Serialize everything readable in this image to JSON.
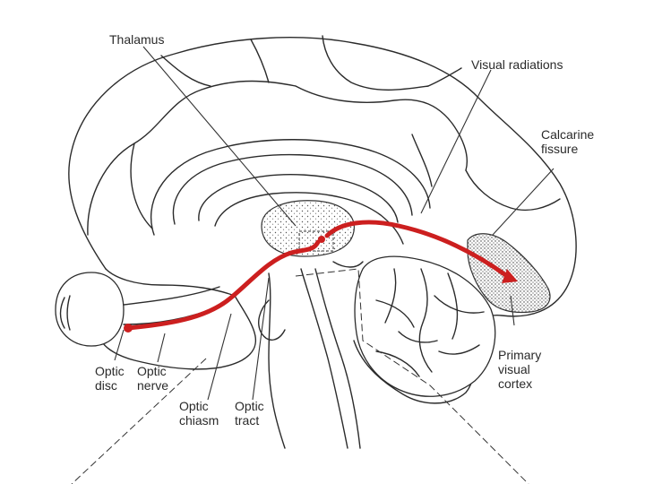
{
  "labels": {
    "thalamus": "Thalamus",
    "visual_radiations": "Visual radiations",
    "calcarine_fissure": [
      "Calcarine",
      "fissure"
    ],
    "primary_visual_cortex": [
      "Primary",
      "visual",
      "cortex"
    ],
    "optic_disc": [
      "Optic",
      "disc"
    ],
    "optic_nerve": [
      "Optic",
      "nerve"
    ],
    "optic_chiasm": [
      "Optic",
      "chiasm"
    ],
    "optic_tract": [
      "Optic",
      "tract"
    ]
  },
  "colors": {
    "pathway": "#cc1f1f",
    "outline": "#2b2b2b"
  }
}
